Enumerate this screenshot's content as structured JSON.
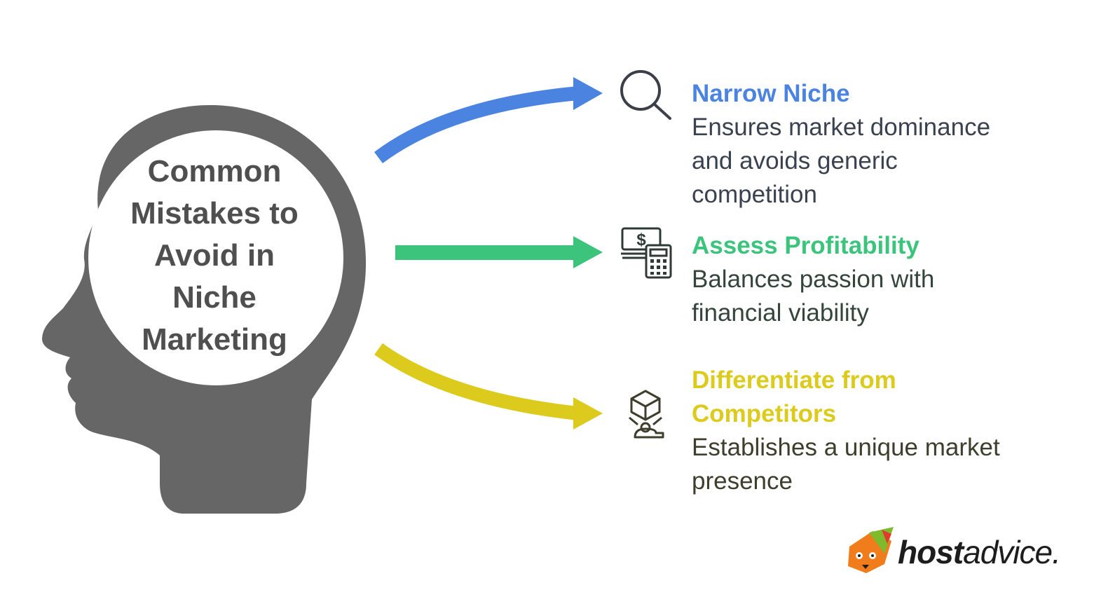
{
  "center": {
    "title_lines": [
      "Common",
      "Mistakes to",
      "Avoid in",
      "Niche",
      "Marketing"
    ]
  },
  "items": [
    {
      "title_lines": [
        "Narrow Niche"
      ],
      "desc_lines": [
        "Ensures market dominance",
        "and avoids generic",
        "competition"
      ],
      "color": "#4a84e0",
      "text_color": "#3a4250",
      "icon": "magnifier-icon"
    },
    {
      "title_lines": [
        "Assess Profitability"
      ],
      "desc_lines": [
        "Balances passion with",
        "financial viability"
      ],
      "color": "#3cc47c",
      "text_color": "#34453c",
      "icon": "money-calculator-icon"
    },
    {
      "title_lines": [
        "Differentiate from",
        "Competitors"
      ],
      "desc_lines": [
        "Establishes a unique market",
        "presence"
      ],
      "color": "#dccb1c",
      "text_color": "#3e3e2c",
      "icon": "box-on-stand-icon"
    }
  ],
  "colors": {
    "head": "#666666",
    "center_text": "#4f4f4f"
  },
  "logo": {
    "bold": "host",
    "regular": "advice."
  }
}
